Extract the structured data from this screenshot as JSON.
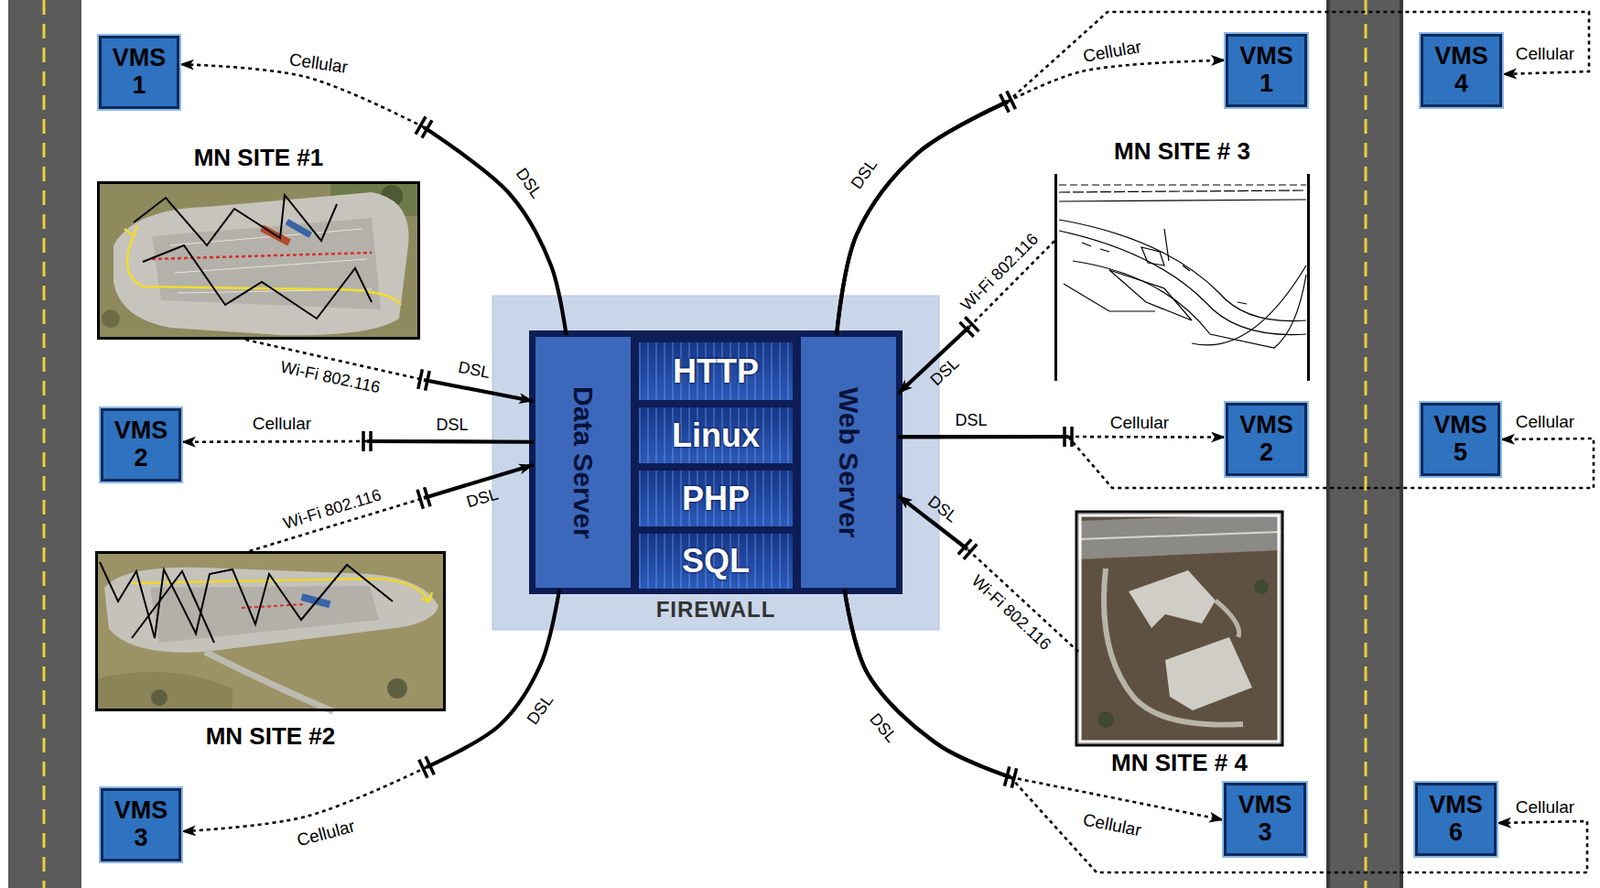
{
  "diagram": {
    "nodes": [
      {
        "text": [
          "FIREWALL"
        ]
      },
      {
        "text": [
          "Data Server"
        ],
        "in": 0
      },
      {
        "text": [
          "HTTP"
        ],
        "in": 0
      },
      {
        "text": [
          "Linux"
        ],
        "in": 0
      },
      {
        "text": [
          "PHP"
        ],
        "in": 0
      },
      {
        "text": [
          "SQL"
        ],
        "in": 0
      },
      {
        "text": [
          "Web Server"
        ],
        "in": 0
      },
      {
        "text": [
          "VMS 1"
        ]
      },
      {
        "text": [
          "MN SITE #1"
        ]
      },
      {
        "text": [
          "VMS 2"
        ]
      },
      {
        "text": [
          "MN SITE #2"
        ]
      },
      {
        "text": [
          "VMS 3"
        ]
      },
      {
        "text": [
          "VMS 1"
        ]
      },
      {
        "text": [
          "VMS 4"
        ]
      },
      {
        "text": [
          "MN SITE # 3"
        ]
      },
      {
        "text": [
          "VMS 2"
        ]
      },
      {
        "text": [
          "VMS 5"
        ]
      },
      {
        "text": [
          "MN SITE # 4"
        ]
      },
      {
        "text": [
          "VMS 3"
        ]
      },
      {
        "text": [
          "VMS 6"
        ]
      }
    ],
    "edges": [
      {
        "from": 1,
        "to": 7,
        "arrow": "to",
        "label": "Cellular"
      },
      {
        "from": 8,
        "to": 1,
        "arrow": "to",
        "label": "Wi-Fi 802.116"
      },
      {
        "from": 1,
        "to": 9,
        "arrow": "to",
        "label": "Cellular"
      },
      {
        "from": 10,
        "to": 1,
        "arrow": "to",
        "label": "Wi-Fi 802.116"
      },
      {
        "from": 1,
        "to": 11,
        "arrow": "to",
        "label": "Cellular"
      },
      {
        "from": 6,
        "to": 12,
        "arrow": "to",
        "label": "Cellular"
      },
      {
        "from": 6,
        "to": 13,
        "arrow": "to",
        "label": "Cellular"
      },
      {
        "from": 14,
        "to": 6,
        "arrow": "to",
        "label": "Wi-Fi 802.116"
      },
      {
        "from": 6,
        "to": 15,
        "arrow": "to",
        "label": "Cellular"
      },
      {
        "from": 6,
        "to": 16,
        "arrow": "to",
        "label": "Cellular"
      },
      {
        "from": 17,
        "to": 6,
        "arrow": "to",
        "label": "Wi-Fi 802.116"
      },
      {
        "from": 6,
        "to": 18,
        "arrow": "to",
        "label": "Cellular"
      },
      {
        "from": 6,
        "to": 19,
        "arrow": "to",
        "label": "Cellular"
      }
    ],
    "labels": [
      "DSL",
      "DSL",
      "DSL",
      "DSL",
      "DSL",
      "DSL",
      "DSL",
      "DSL",
      "DSL",
      "DSL"
    ]
  }
}
